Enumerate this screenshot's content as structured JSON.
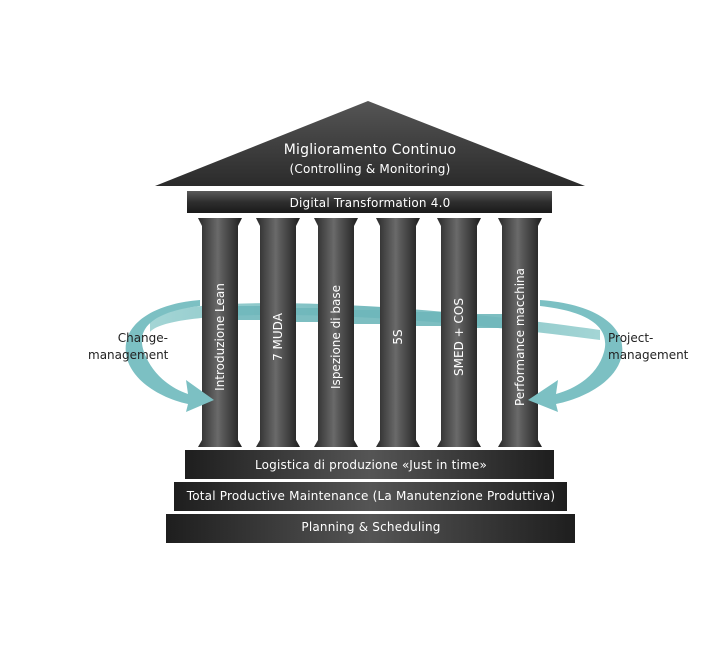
{
  "roof": {
    "title": "Miglioramento Continuo",
    "subtitle": "(Controlling & Monitoring)"
  },
  "beam": {
    "label": "Digital Transformation 4.0"
  },
  "pillars": [
    {
      "label": "Introduzione Lean"
    },
    {
      "label": "7 MUDA"
    },
    {
      "label": "Ispezione di base"
    },
    {
      "label": "5S"
    },
    {
      "label": "SMED + COS"
    },
    {
      "label": "Performance macchina"
    }
  ],
  "steps": [
    {
      "label": "Logistica di produzione «Just in time»"
    },
    {
      "label": "Total Productive Maintenance (La Manutenzione Produttiva)"
    },
    {
      "label": "Planning & Scheduling"
    }
  ],
  "left_label": {
    "line1": "Change-",
    "line2": "management"
  },
  "right_label": {
    "line1": "Project-",
    "line2": "management"
  },
  "colors": {
    "band": "#6fb7bb",
    "dark": "#2a2a2a",
    "light": "#7a7a7a"
  }
}
